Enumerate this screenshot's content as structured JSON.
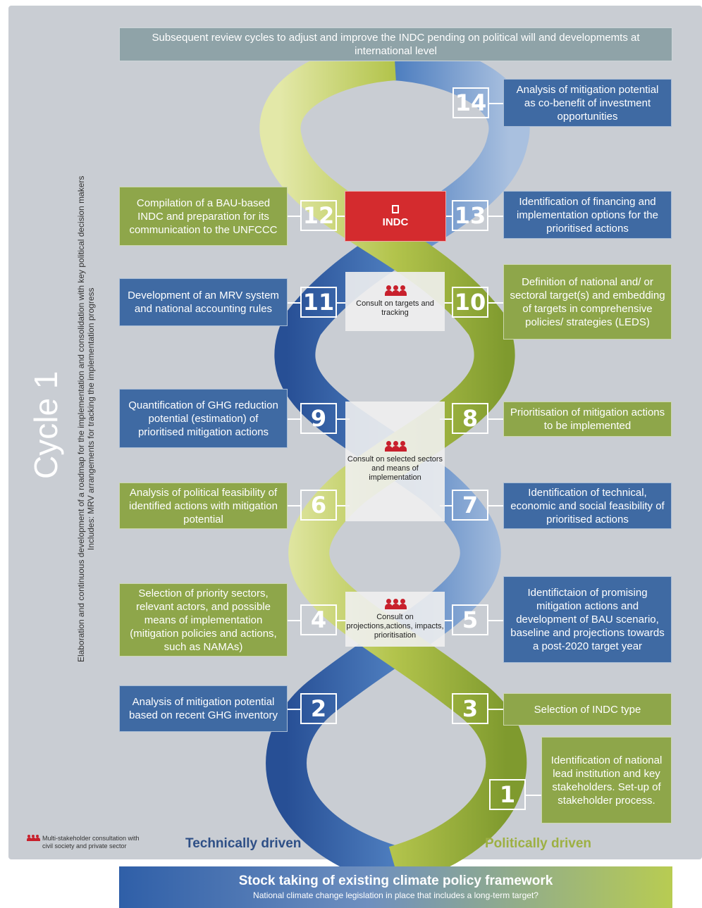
{
  "top_box": "Subsequent review cycles to adjust and improve the INDC pending on political will and developmemts at international level",
  "cycle_label": "Cycle 1",
  "side_text": {
    "line1": "Elaboration and continuous development of a roadmap for the implementation and consolidation with key political decision makers",
    "line2": "Includes: MRV arrangements for tracking the implementation progress"
  },
  "steps": [
    {
      "num": "1",
      "text": "Identification of national lead institution and key stakeholders. Set-up of stakeholder process."
    },
    {
      "num": "2",
      "text": "Analysis of mitigation potential based on recent GHG inventory"
    },
    {
      "num": "3",
      "text": "Selection of INDC type"
    },
    {
      "num": "4",
      "text": "Selection of priority sectors, relevant actors, and possible means of implementation (mitigation policies and actions, such as NAMAs)"
    },
    {
      "num": "5",
      "text": "Identifictaion of promising mitigation actions and development of BAU scenario, baseline and projections towards a post-2020 target year"
    },
    {
      "num": "6",
      "text": "Analysis of political feasibility of identified actions with mitigation potential"
    },
    {
      "num": "7",
      "text": "Identification of technical, economic and social feasibility of prioritised actions"
    },
    {
      "num": "8",
      "text": "Prioritisation of mitigation actions to be implemented"
    },
    {
      "num": "9",
      "text": "Quantification of GHG reduction potential (estimation) of prioritised mitigation actions"
    },
    {
      "num": "10",
      "text": "Definition of national and/ or sectoral target(s) and embedding of targets in comprehensive policies/ strategies (LEDS)"
    },
    {
      "num": "11",
      "text": "Development of an MRV system and national accounting rules"
    },
    {
      "num": "12",
      "text": "Compilation of a BAU-based INDC and preparation for its communication to the UNFCCC"
    },
    {
      "num": "13",
      "text": "Identification of financing and implementation options for the prioritised actions"
    },
    {
      "num": "14",
      "text": "Analysis of mitigation potential as co-benefit of investment opportunities"
    }
  ],
  "indc_label": "INDC",
  "consult": [
    {
      "text": "Consult on targets and tracking"
    },
    {
      "text": "Consult on selected sectors and means of implementation"
    },
    {
      "text": "Consult on projections,actions, impacts, prioritisation"
    }
  ],
  "technically_driven": "Technically driven",
  "politically_driven": "Politically driven",
  "legend": "Multi-stakeholder consultation with civil society and private sector",
  "bottom": {
    "title": "Stock taking of existing climate policy framework",
    "subtitle": "National climate change legislation in place that includes a long-term target?"
  },
  "colors": {
    "blue": "#3f6aa3",
    "green": "#8ea64a",
    "red": "#d42b2e",
    "gray": "#8fa3a8"
  }
}
